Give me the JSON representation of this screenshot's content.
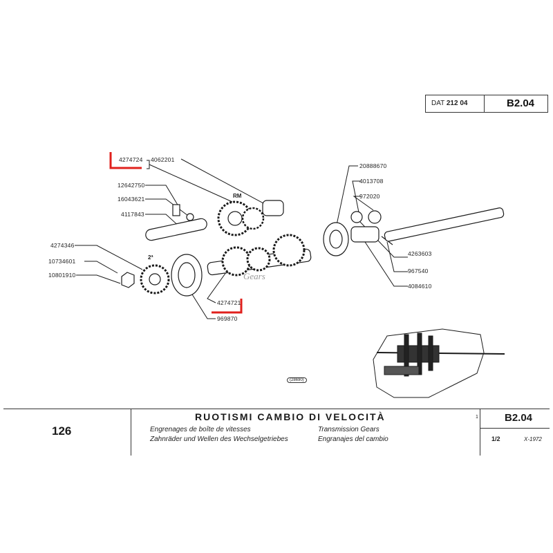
{
  "header": {
    "dat_label": "DAT",
    "dat_number": "212 04",
    "code": "B2.04"
  },
  "parts": {
    "p4274724": "4274724",
    "p4062201": "4062201",
    "p12642750": "12642750",
    "p16043621": "16043621",
    "p4117843": "4117843",
    "p4274346": "4274346",
    "p10734601": "10734601",
    "p10801910": "10801910",
    "p4274721": "4274721",
    "p969870": "969870",
    "p20888670": "20888670",
    "p4013708": "4013708",
    "p972020": "972020",
    "p4263603": "4263603",
    "p967540": "967540",
    "p4084610": "4084610"
  },
  "gear_labels": {
    "rm": "RM",
    "second": "2ª"
  },
  "drawing_note": "(28690)",
  "watermark": "Gears",
  "footer": {
    "page_number": "126",
    "title": "RUOTISMI CAMBIO DI VELOCITÀ",
    "fr": "Engrenages de boîte de vitesses",
    "de": "Zahnräder und Wellen des Wechselgetriebes",
    "en": "Transmission Gears",
    "es": "Engranajes del cambio",
    "ref": "1",
    "code": "B2.04",
    "sheet": "1/2",
    "date": "X-1972"
  },
  "colors": {
    "ink": "#1a1a1a",
    "highlight": "#e0201c"
  }
}
